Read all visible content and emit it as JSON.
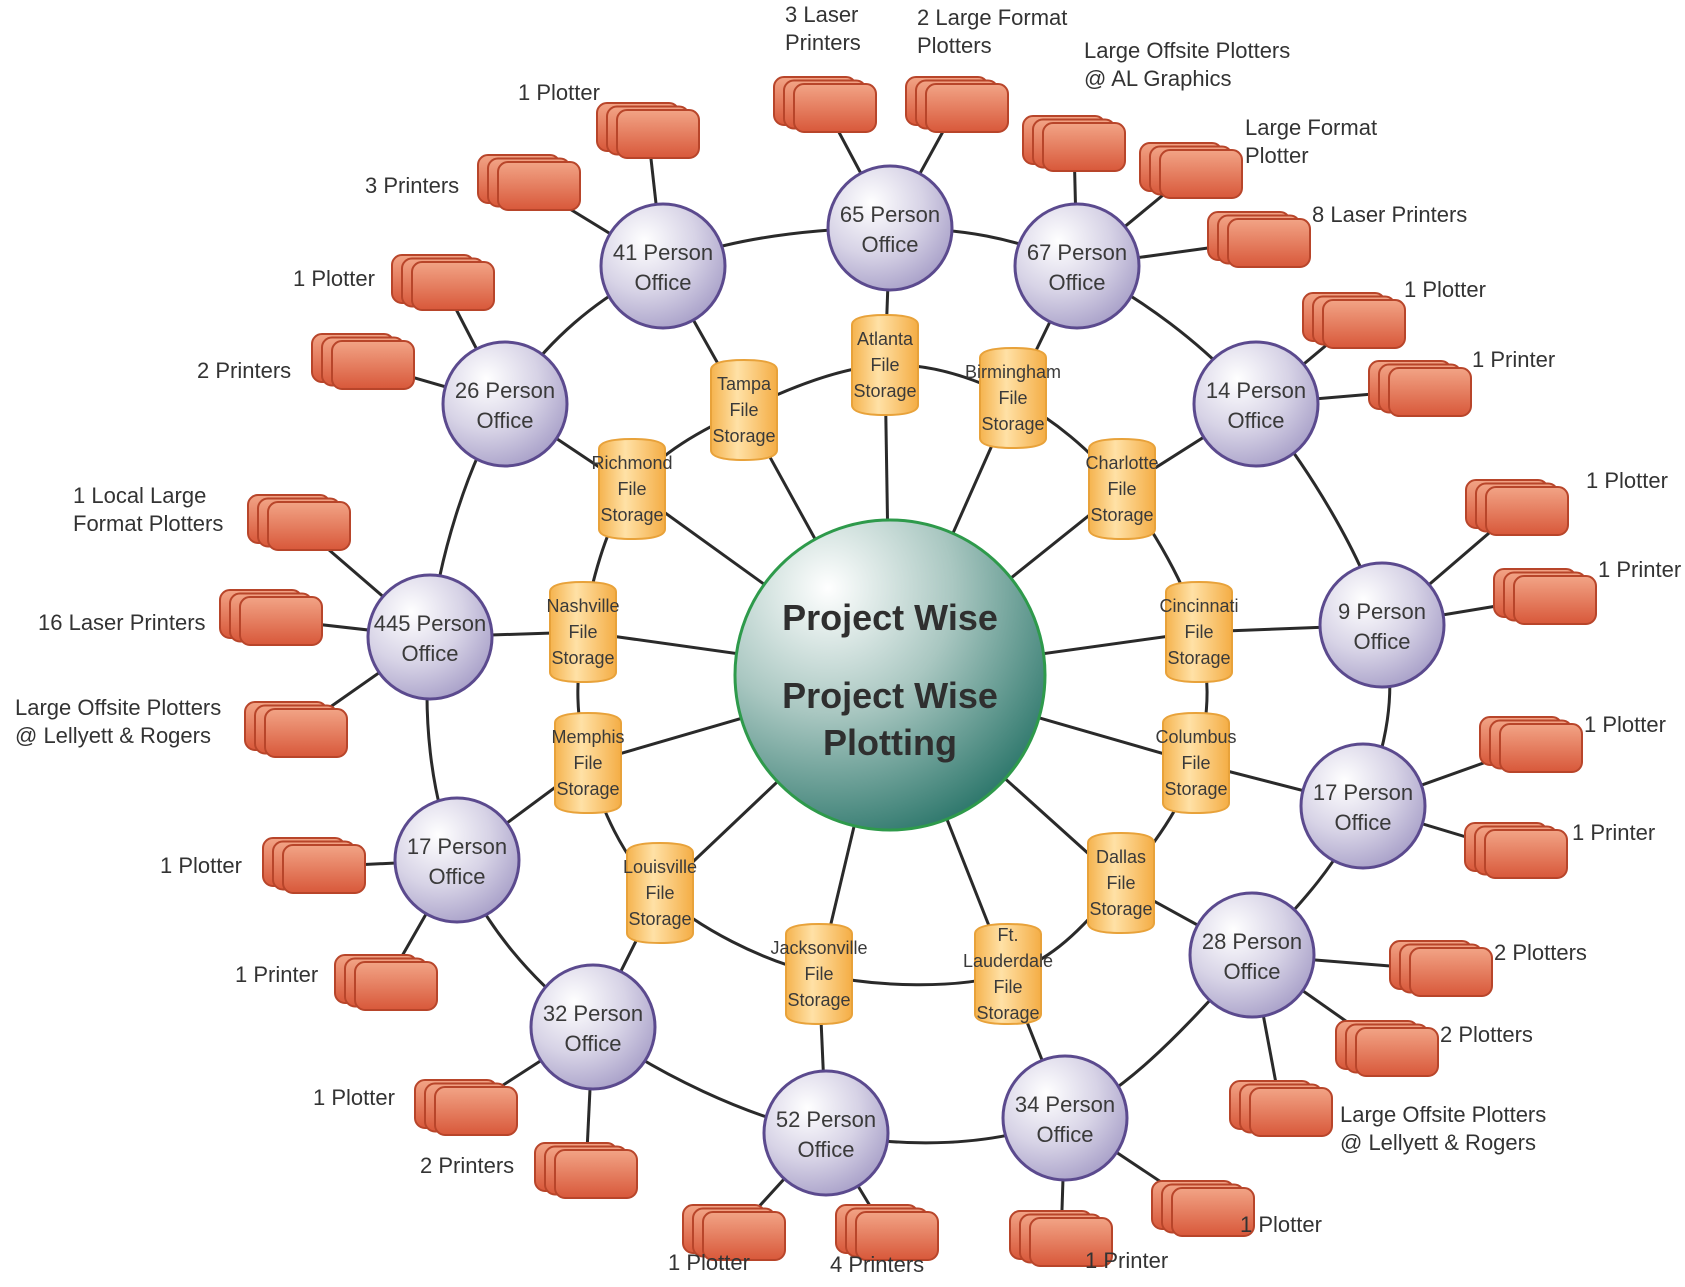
{
  "hub": {
    "lines": [
      "Project Wise",
      "Project Wise",
      "Plotting"
    ]
  },
  "colors": {
    "line": "#2a2a2a",
    "office_fill": "#c9c4dc",
    "office_stroke": "#5b4a8e",
    "storage_fill": "#ffc873",
    "storage_stroke": "#e8a23a",
    "device_fill": "#e57955",
    "device_stroke": "#b8452a",
    "hub_fill": "#5f9a8f",
    "hub_stroke": "#2e9a4b"
  },
  "offices": [
    {
      "id": "o65",
      "lines": [
        "65 Person",
        "Office"
      ]
    },
    {
      "id": "o67",
      "lines": [
        "67 Person",
        "Office"
      ]
    },
    {
      "id": "o14",
      "lines": [
        "14 Person",
        "Office"
      ]
    },
    {
      "id": "o9",
      "lines": [
        "9 Person",
        "Office"
      ]
    },
    {
      "id": "o17r",
      "lines": [
        "17 Person",
        "Office"
      ]
    },
    {
      "id": "o28",
      "lines": [
        "28 Person",
        "Office"
      ]
    },
    {
      "id": "o34",
      "lines": [
        "34 Person",
        "Office"
      ]
    },
    {
      "id": "o52",
      "lines": [
        "52 Person",
        "Office"
      ]
    },
    {
      "id": "o32",
      "lines": [
        "32 Person",
        "Office"
      ]
    },
    {
      "id": "o17l",
      "lines": [
        "17 Person",
        "Office"
      ]
    },
    {
      "id": "o445",
      "lines": [
        "445 Person",
        "Office"
      ]
    },
    {
      "id": "o26",
      "lines": [
        "26 Person",
        "Office"
      ]
    },
    {
      "id": "o41",
      "lines": [
        "41 Person",
        "Office"
      ]
    }
  ],
  "storages": [
    {
      "id": "atlanta",
      "lines": [
        "Atlanta",
        "File",
        "Storage"
      ]
    },
    {
      "id": "birmingham",
      "lines": [
        "Birmingham",
        "File",
        "Storage"
      ]
    },
    {
      "id": "charlotte",
      "lines": [
        "Charlotte",
        "File",
        "Storage"
      ]
    },
    {
      "id": "cincinnati",
      "lines": [
        "Cincinnati",
        "File",
        "Storage"
      ]
    },
    {
      "id": "columbus",
      "lines": [
        "Columbus",
        "File",
        "Storage"
      ]
    },
    {
      "id": "dallas",
      "lines": [
        "Dallas",
        "File",
        "Storage"
      ]
    },
    {
      "id": "ftlauderdale",
      "lines": [
        "Ft.",
        "Lauderdale",
        "File",
        "Storage"
      ]
    },
    {
      "id": "jacksonville",
      "lines": [
        "Jacksonville",
        "File",
        "Storage"
      ]
    },
    {
      "id": "louisville",
      "lines": [
        "Louisville",
        "File",
        "Storage"
      ]
    },
    {
      "id": "memphis",
      "lines": [
        "Memphis",
        "File",
        "Storage"
      ]
    },
    {
      "id": "nashville",
      "lines": [
        "Nashville",
        "File",
        "Storage"
      ]
    },
    {
      "id": "richmond",
      "lines": [
        "Richmond",
        "File",
        "Storage"
      ]
    },
    {
      "id": "tampa",
      "lines": [
        "Tampa",
        "File",
        "Storage"
      ]
    }
  ],
  "devices": [
    {
      "office": "o65",
      "lines": [
        "3 Laser",
        "Printers"
      ]
    },
    {
      "office": "o65",
      "lines": [
        "2 Large Format",
        "Plotters"
      ]
    },
    {
      "office": "o67",
      "lines": [
        "Large Offsite Plotters",
        "@ AL Graphics"
      ]
    },
    {
      "office": "o67",
      "lines": [
        "Large Format",
        "Plotter"
      ]
    },
    {
      "office": "o67",
      "lines": [
        "8 Laser Printers"
      ]
    },
    {
      "office": "o14",
      "lines": [
        "1 Plotter"
      ]
    },
    {
      "office": "o14",
      "lines": [
        "1 Printer"
      ]
    },
    {
      "office": "o9",
      "lines": [
        "1 Plotter"
      ]
    },
    {
      "office": "o9",
      "lines": [
        "1 Printer"
      ]
    },
    {
      "office": "o17r",
      "lines": [
        "1 Plotter"
      ]
    },
    {
      "office": "o17r",
      "lines": [
        "1 Printer"
      ]
    },
    {
      "office": "o28",
      "lines": [
        "2 Plotters"
      ]
    },
    {
      "office": "o28",
      "lines": [
        "2 Plotters"
      ]
    },
    {
      "office": "o28",
      "lines": [
        "Large Offsite Plotters",
        "@ Lellyett & Rogers"
      ]
    },
    {
      "office": "o34",
      "lines": [
        "1 Plotter"
      ]
    },
    {
      "office": "o34",
      "lines": [
        "1 Printer"
      ]
    },
    {
      "office": "o52",
      "lines": [
        "4 Printers"
      ]
    },
    {
      "office": "o52",
      "lines": [
        "1 Plotter"
      ]
    },
    {
      "office": "o32",
      "lines": [
        "2 Printers"
      ]
    },
    {
      "office": "o32",
      "lines": [
        "1 Plotter"
      ]
    },
    {
      "office": "o17l",
      "lines": [
        "1 Printer"
      ]
    },
    {
      "office": "o17l",
      "lines": [
        "1 Plotter"
      ]
    },
    {
      "office": "o445",
      "lines": [
        "Large Offsite Plotters",
        "@ Lellyett & Rogers"
      ]
    },
    {
      "office": "o445",
      "lines": [
        "16 Laser Printers"
      ]
    },
    {
      "office": "o445",
      "lines": [
        "1 Local Large",
        "Format Plotters"
      ]
    },
    {
      "office": "o26",
      "lines": [
        "2 Printers"
      ]
    },
    {
      "office": "o26",
      "lines": [
        "1 Plotter"
      ]
    },
    {
      "office": "o41",
      "lines": [
        "3 Printers"
      ]
    },
    {
      "office": "o41",
      "lines": [
        "1 Plotter"
      ]
    }
  ]
}
